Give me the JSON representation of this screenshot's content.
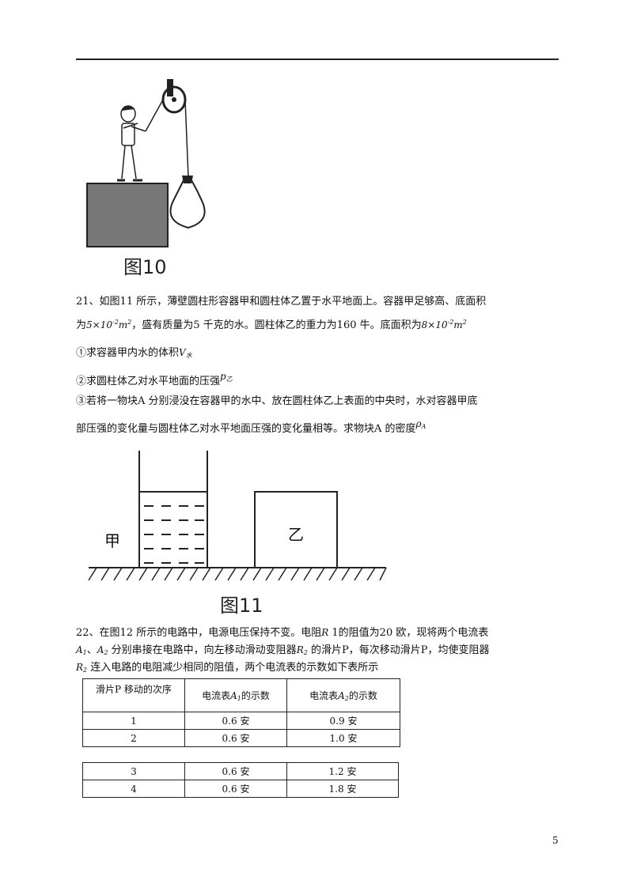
{
  "figure10": {
    "caption": "图10"
  },
  "figure11": {
    "caption": "图11",
    "label_jia": "甲",
    "label_yi": "乙"
  },
  "q21": {
    "line1": "21、如图11 所示，薄壁圆柱形容器甲和圆柱体乙置于水平地面上。容器甲足够高、底面积",
    "line2_prefix": "为",
    "area_jia": "5×10",
    "area_jia_exp": "-2",
    "area_unit": "m",
    "area_unit_exp": "2",
    "line2_mid": "，盛有质量为5 千克的水。圆柱体乙的重力为160 牛。底面积为",
    "area_yi": "8×10",
    "area_yi_exp": "-2",
    "item1": "①求容器甲内水的体积",
    "item1_sym": "V",
    "item1_sub": "水",
    "item2": "②求圆柱体乙对水平地面的压强",
    "item2_sym": "p",
    "item2_sub": "乙",
    "item3_line1": "③若将一物块A 分别浸没在容器甲的水中、放在圆柱体乙上表面的中央时，水对容器甲底",
    "item3_line2": "部压强的变化量与圆柱体乙对水平地面压强的变化量相等。求物块A 的密度",
    "item3_sym": "ρ",
    "item3_sub": "A"
  },
  "q22": {
    "line1_a": "22、在图12 所示的电路中，电源电压保持不变。电阻",
    "line1_r": "R",
    "line1_b": " 1的阻值为20 欧，现将两个电流表",
    "line2_a1": "A",
    "line2_a1_sub": "1",
    "line2_sep": "、",
    "line2_a2": "A",
    "line2_a2_sub": "2",
    "line2_text": " 分别串接在电路中，向左移动滑动变阻器",
    "line2_r2": "R",
    "line2_r2_sub": "2",
    "line2_end": " 的滑片P，每次移动滑片P，均使变阻器",
    "line3_r2": "R",
    "line3_r2_sub": "2",
    "line3_text": " 连入电路的电阻减少相同的阻值，两个电流表的示数如下表所示",
    "table": {
      "headers": [
        "滑片P 移动的次序",
        "电流表",
        "的示数",
        "电流表",
        "的示数"
      ],
      "head_a1": "A",
      "head_a1_sub": "1",
      "head_a2": "A",
      "head_a2_sub": "2",
      "rows_top": [
        [
          "1",
          "0.6 安",
          "0.9 安"
        ],
        [
          "2",
          "0.6 安",
          "1.0 安"
        ]
      ],
      "rows_bottom": [
        [
          "3",
          "0.6 安",
          "1.2 安"
        ],
        [
          "4",
          "0.6 安",
          "1.8 安"
        ]
      ]
    }
  },
  "page_number": "5"
}
